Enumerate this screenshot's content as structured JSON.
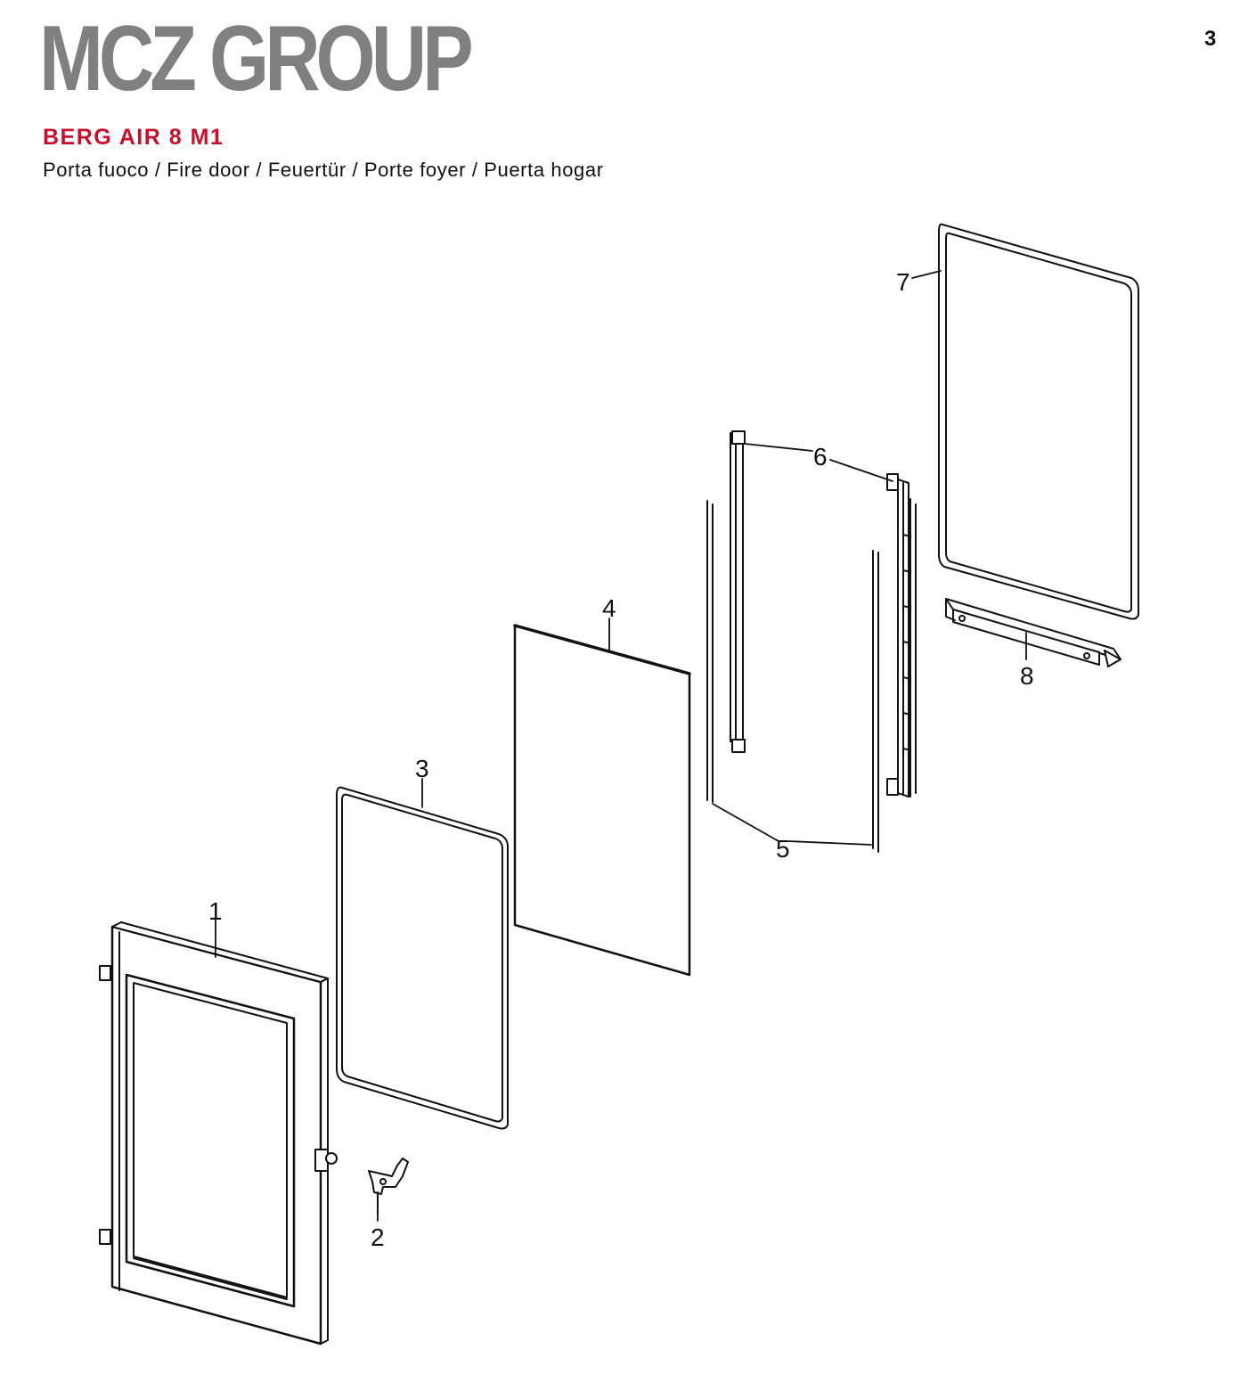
{
  "header": {
    "brand": "MCZ GROUP",
    "page_number": "3",
    "model": "BERG AIR 8 M1",
    "subtitle": "Porta fuoco / Fire door / Feuertür / Porte foyer / Puerta hogar"
  },
  "colors": {
    "brand": "#808080",
    "model_red": "#c8102e",
    "line": "#111111"
  },
  "diagram": {
    "callouts": [
      "1",
      "2",
      "3",
      "4",
      "5",
      "6",
      "7",
      "8"
    ]
  }
}
